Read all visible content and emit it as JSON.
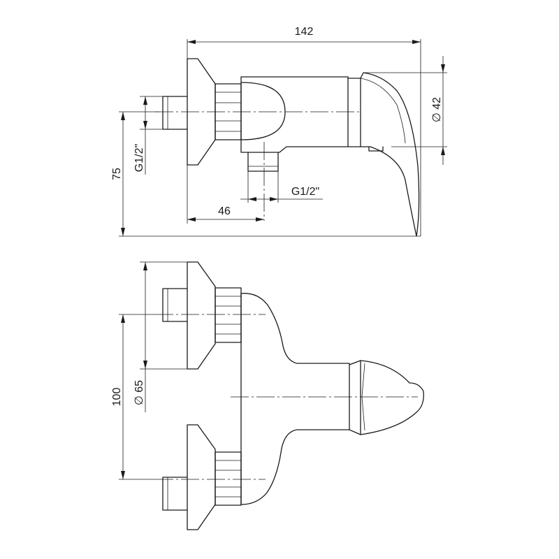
{
  "dimensions": {
    "overall_length": "142",
    "height": "75",
    "handle_diameter": "∅ 42",
    "inlet_offset": "46",
    "inlet_thread": "G1/2\"",
    "outlet_thread": "G1/2\"",
    "centers": "100",
    "flange_diameter": "∅ 65"
  }
}
